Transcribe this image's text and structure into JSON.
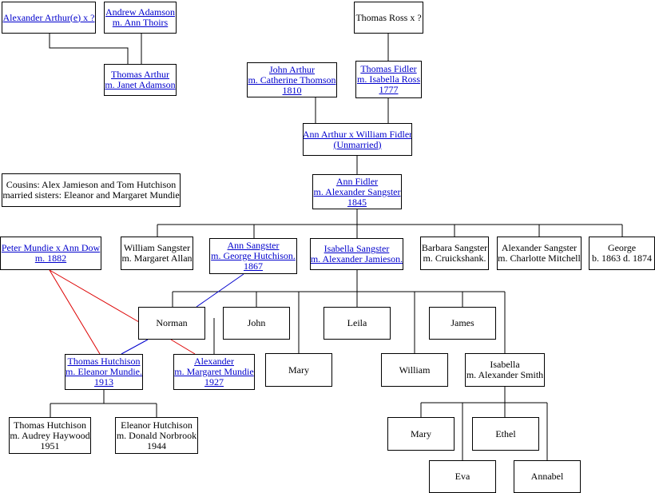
{
  "people": {
    "alexander_arthur": {
      "name": "Alexander Arthur(e) x ?"
    },
    "andrew_adamson": {
      "name": "Andrew Adamson",
      "spouse": "m. Ann Thoirs"
    },
    "thomas_ross": {
      "name": "Thomas Ross x ?"
    },
    "thomas_arthur": {
      "name": "Thomas Arthur",
      "spouse": "m. Janet Adamson"
    },
    "john_arthur": {
      "name": "John Arthur",
      "spouse": "m. Catherine Thomson",
      "year": "1810"
    },
    "thomas_fidler": {
      "name": "Thomas Fidler",
      "spouse": "m. Isabella Ross",
      "year": "1777"
    },
    "ann_arthur": {
      "name": "Ann Arthur x William Fidler",
      "note": "(Unmarried)"
    },
    "ann_fidler": {
      "name": "Ann Fidler",
      "spouse": "m. Alexander Sangster",
      "year": "1845"
    },
    "cousins_note": {
      "line1": "Cousins: Alex Jamieson and Tom Hutchison",
      "line2": "married sisters: Eleanor and Margaret Mundie"
    },
    "peter_mundie": {
      "name": "Peter Mundie x Ann Dow",
      "spouse": "m. 1882"
    },
    "william_sangster": {
      "name": "William Sangster",
      "spouse": "m. Margaret Allan"
    },
    "ann_sangster": {
      "name": "Ann Sangster",
      "spouse": "m. George Hutchison.",
      "year": "1867"
    },
    "isabella_sangster": {
      "name": "Isabella Sangster",
      "spouse": "m. Alexander Jamieson."
    },
    "barbara_sangster": {
      "name": "Barbara Sangster",
      "spouse": "m. Cruickshank."
    },
    "alexander_sangster": {
      "name": "Alexander Sangster",
      "spouse": "m. Charlotte Mitchell"
    },
    "george": {
      "name": "George",
      "spouse": "b. 1863 d. 1874"
    },
    "norman": {
      "name": "Norman"
    },
    "john": {
      "name": "John"
    },
    "leila": {
      "name": "Leila"
    },
    "james": {
      "name": "James"
    },
    "thomas_hutchison": {
      "name": "Thomas Hutchison",
      "spouse": "m. Eleanor Mundie.",
      "year": "1913"
    },
    "alexander_mundie": {
      "name": "Alexander",
      "spouse": "m. Margaret Mundie",
      "year": "1927"
    },
    "mary1": {
      "name": "Mary"
    },
    "william": {
      "name": "William"
    },
    "isabella": {
      "name": "Isabella",
      "spouse": "m. Alexander Smith"
    },
    "thomas_hutchison_jr": {
      "name": "Thomas Hutchison",
      "spouse": "m. Audrey Haywood",
      "year": "1951"
    },
    "eleanor_hutchison": {
      "name": "Eleanor Hutchison",
      "spouse": "m. Donald Norbrook",
      "year": "1944"
    },
    "mary2": {
      "name": "Mary"
    },
    "ethel": {
      "name": "Ethel"
    },
    "eva": {
      "name": "Eva"
    },
    "annabel": {
      "name": "Annabel"
    }
  },
  "colors": {
    "link": "#0000cc",
    "line": "#000000",
    "blue_line": "#0000cc",
    "red_line": "#dd0000"
  }
}
